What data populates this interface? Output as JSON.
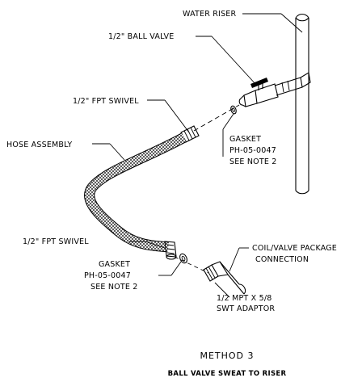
{
  "labels": {
    "water_riser": "WATER RISER",
    "ball_valve": "1/2\" BALL VALVE",
    "fpt_swivel_top": "1/2\" FPT SWIVEL",
    "hose_assembly": "HOSE ASSEMBLY",
    "gasket_top": [
      "GASKET",
      "PH-05-0047",
      "SEE NOTE 2"
    ],
    "fpt_swivel_bottom": "1/2\" FPT SWIVEL",
    "gasket_bottom": [
      "GASKET",
      "PH-05-0047",
      "SEE NOTE 2"
    ],
    "coil_connection": [
      "COIL/VALVE PACKAGE",
      "CONNECTION"
    ],
    "adaptor": [
      "1/2 MPT X 5/8",
      "SWT ADAPTOR"
    ]
  },
  "caption": {
    "title": "METHOD 3",
    "subtitle": "BALL VALVE SWEAT TO RISER"
  }
}
